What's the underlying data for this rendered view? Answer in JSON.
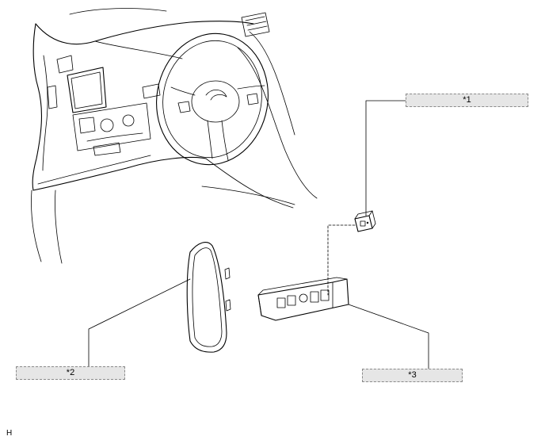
{
  "callouts": [
    {
      "id": "1",
      "label": "*1"
    },
    {
      "id": "2",
      "label": "*2"
    },
    {
      "id": "3",
      "label": "*3"
    }
  ],
  "figure_code": "H",
  "colors": {
    "line": "#000000",
    "callout_fill": "#e6e6e6",
    "callout_border": "#8a8a8a"
  }
}
